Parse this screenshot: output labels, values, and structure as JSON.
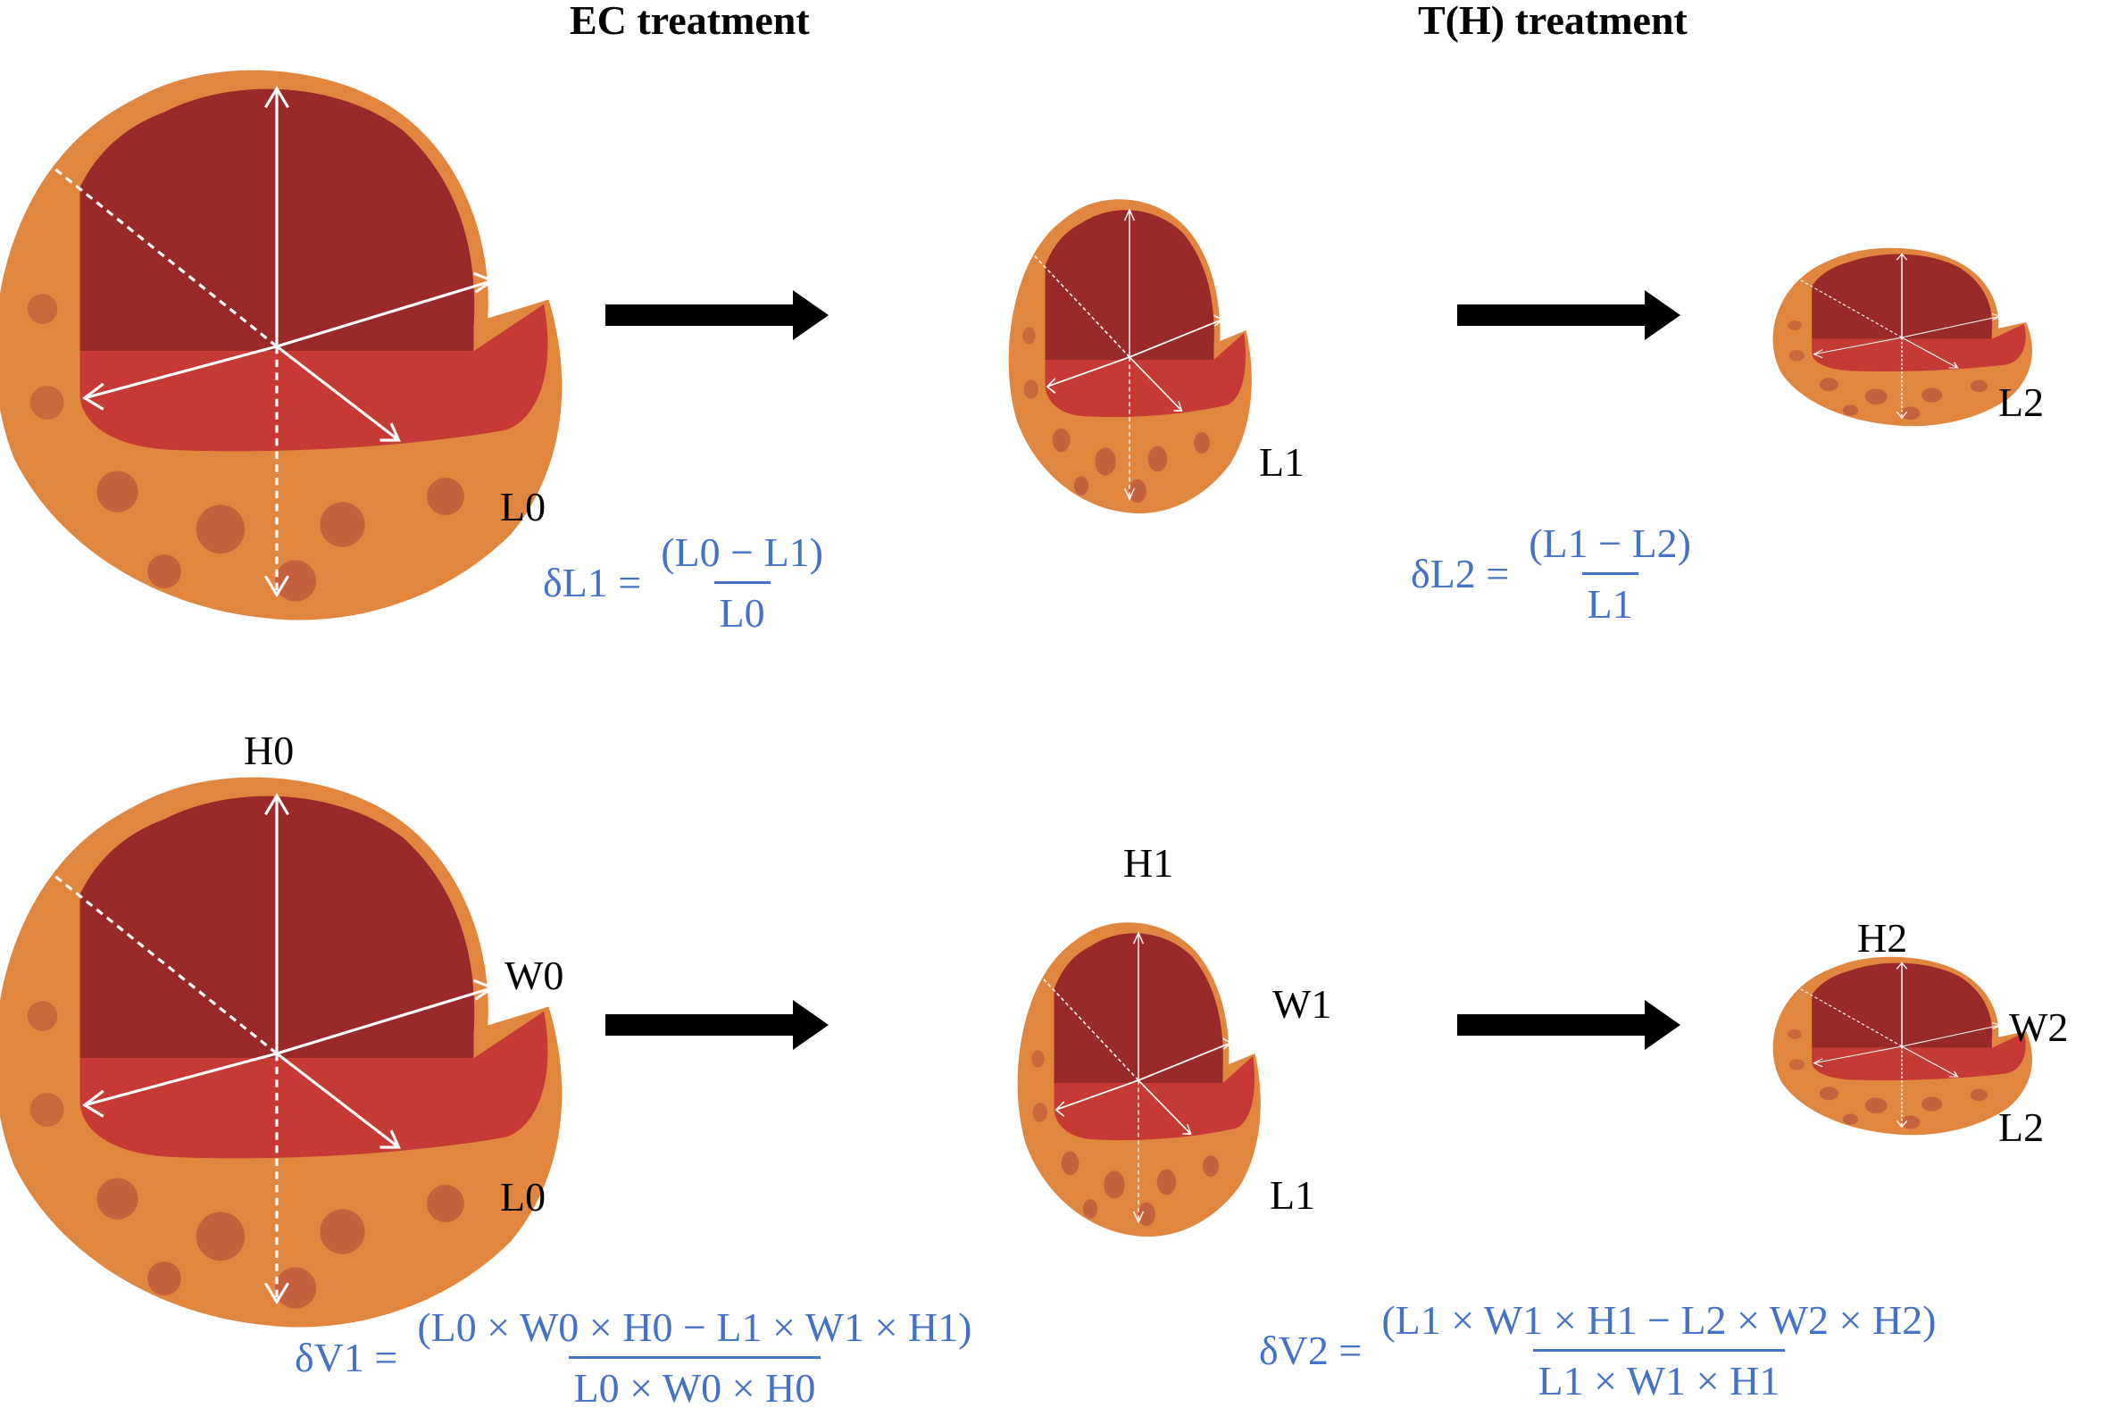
{
  "headings": {
    "ec": "EC treatment",
    "th": "T(H) treatment"
  },
  "labels": {
    "top": {
      "l0": "L0",
      "l1": "L1",
      "l2": "L2"
    },
    "bottom": {
      "h0": "H0",
      "w0": "W0",
      "l0": "L0",
      "h1": "H1",
      "w1": "W1",
      "l1": "L1",
      "h2": "H2",
      "w2": "W2",
      "l2": "L2"
    }
  },
  "formulas": {
    "dl1": {
      "lhs": "δL1 =",
      "num": "(L0 − L1)",
      "den": "L0"
    },
    "dl2": {
      "lhs": "δL2 =",
      "num": "(L1 − L2)",
      "den": "L1"
    },
    "dv1": {
      "lhs": "δV1 =",
      "num": "(L0 × W0 × H0 − L1 × W1 × H1)",
      "den": "L0 × W0 × H0"
    },
    "dv2": {
      "lhs": "δV2 =",
      "num": "(L1 × W1 × H1 − L2 × W2 × H2)",
      "den": "L1 × W1 × H1"
    }
  },
  "colors": {
    "formula": "#4472c4",
    "shell": "#e0863f",
    "interior": "#9a2a2a",
    "cut_face": "#c53a35",
    "arrow": "#000000"
  }
}
